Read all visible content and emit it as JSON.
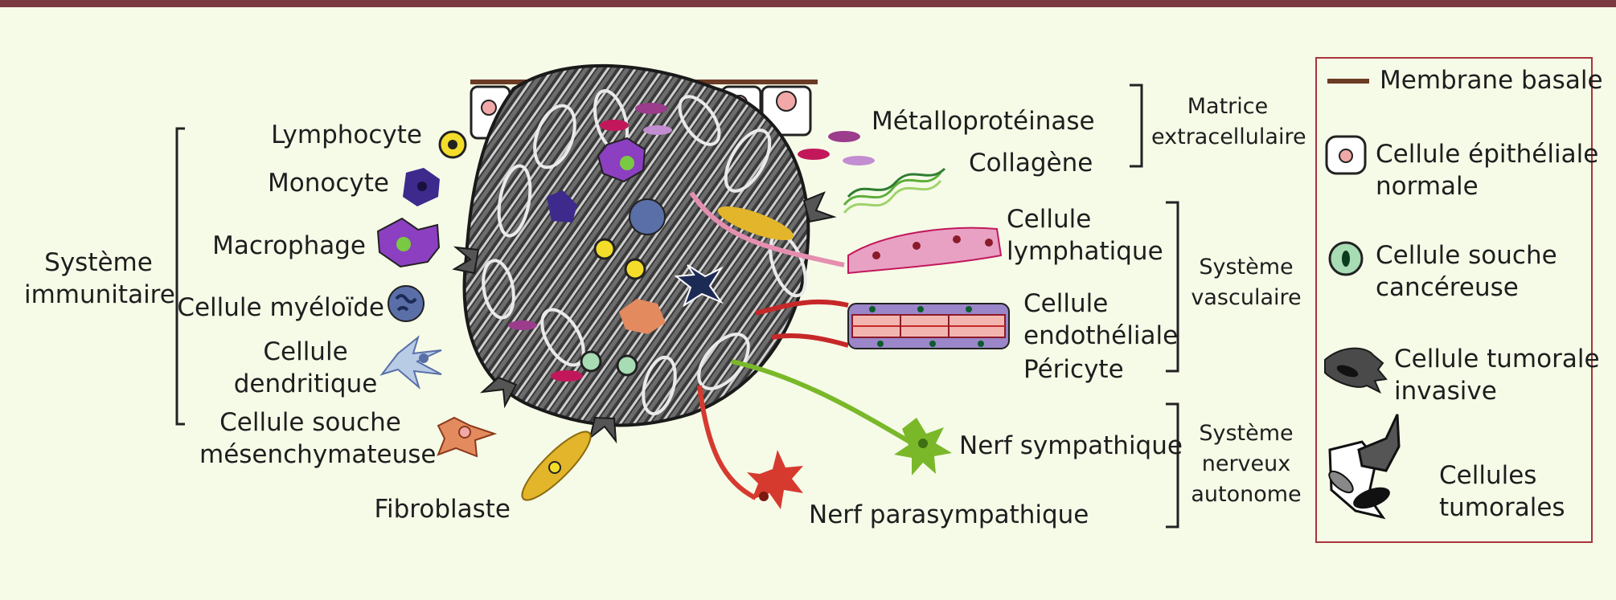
{
  "colors": {
    "top_bar": "#7a3a3f",
    "background": "#f6fbe8",
    "legend_border": "#a9343a",
    "membrane": "#6b3b24",
    "lymphocyte": "#f3dd2a",
    "monocyte": "#3d2a8c",
    "macrophage": "#8c3fc0",
    "myeloid": "#5a6fa8",
    "dendritic": "#b9cce6",
    "mesenchymal": "#e38a5f",
    "fibroblast": "#e2b52a",
    "metalloproteinase_a": "#9b3c8c",
    "metalloproteinase_b": "#c2185b",
    "collagen": "#5fae3b",
    "lymphatic": "#e58fb0",
    "endothelial": "#f2b5b0",
    "pericyte": "#9a86c8",
    "sympathetic": "#7ab82a",
    "parasympathetic": "#d63a2f",
    "stem": "#a8dcb4",
    "epithelial_nucleus": "#f0a8a8"
  },
  "immune": {
    "group_label": "Système\nimmunitaire",
    "lymphocyte": "Lymphocyte",
    "monocyte": "Monocyte",
    "macrophage": "Macrophage",
    "myeloid": "Cellule myéloïde",
    "dendritic": "Cellule\ndendritique"
  },
  "stroma": {
    "mesenchymal": "Cellule souche\nmésenchymateuse",
    "fibroblast": "Fibroblaste"
  },
  "ecm": {
    "metalloproteinase": "Métalloprotéinase",
    "collagen": "Collagène",
    "group_label": "Matrice\nextracellulaire"
  },
  "vascular": {
    "lymphatic": "Cellule\nlymphatique",
    "endothelial": "Cellule\nendothéliale",
    "pericyte": "Péricyte",
    "group_label": "Système\nvasculaire"
  },
  "nervous": {
    "sympathetic": "Nerf sympathique",
    "parasympathetic": "Nerf parasympathique",
    "group_label": "Système\nnerveux\nautonome"
  },
  "legend": {
    "basement_membrane": "Membrane basale",
    "epithelial": "Cellule épithéliale\nnormale",
    "stem": "Cellule souche\ncancéreuse",
    "invasive": "Cellule tumorale\ninvasive",
    "tumor": "Cellules\ntumorales"
  }
}
